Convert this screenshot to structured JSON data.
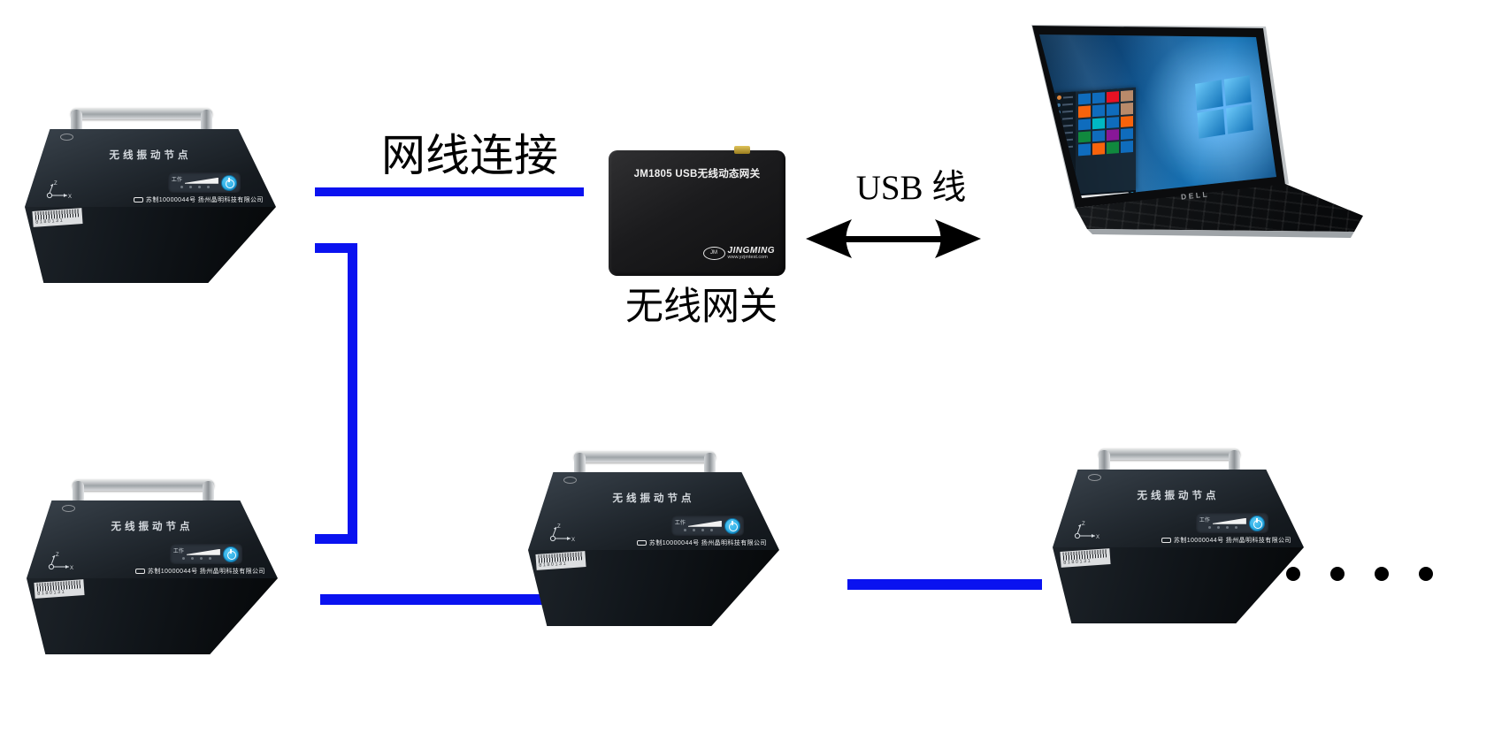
{
  "colors": {
    "line-blue": "#0a12f0",
    "power-blue": "#2fb1e8",
    "tile-blue": "#0f6cbd",
    "tile-red": "#e81123",
    "tile-orange": "#f7630c",
    "tile-green": "#10893e",
    "tile-purple": "#881798",
    "tile-teal": "#00b7c3",
    "tile-photo": "#b98a6a"
  },
  "labels": {
    "ethernet": "网线连接",
    "usb": "USB 线",
    "gateway_caption": "无线网关"
  },
  "node": {
    "title": "无线振动节点",
    "panel_status": "工作",
    "serial_line": "苏制10000044号  扬州晶明科技有限公司",
    "barcode_number": "8180131",
    "axis_z": "Z",
    "axis_x": "X"
  },
  "gateway": {
    "model": "JM1805 USB无线动态网关",
    "logo_monogram": "JM",
    "brand": "JINGMING",
    "brand_url": "www.yzjmtest.com"
  },
  "laptop": {
    "brand": "DELL"
  },
  "ellipsis_dot_count": 4
}
